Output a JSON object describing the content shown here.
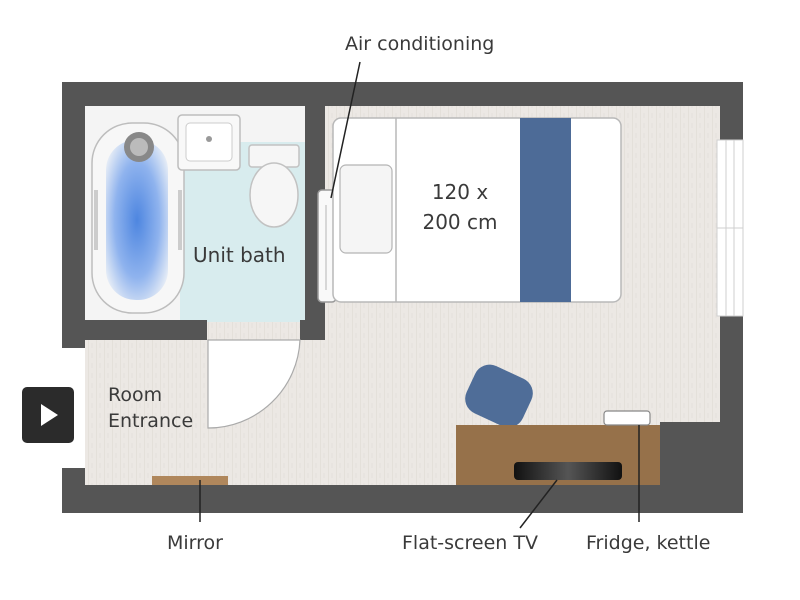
{
  "labels": {
    "air_conditioning": "Air conditioning",
    "bed_size_line1": "120 x",
    "bed_size_line2": "200 cm",
    "unit_bath": "Unit bath",
    "room_entrance_line1": "Room",
    "room_entrance_line2": "Entrance",
    "mirror": "Mirror",
    "flat_screen_tv": "Flat-screen TV",
    "fridge_kettle": "Fridge, kettle"
  },
  "icons": {
    "play": "play-icon"
  },
  "colors": {
    "wall": "#555555",
    "floor": "#ece8e4",
    "bath_floor": "#d8ecee",
    "bed_runner": "#4d6b97",
    "desk": "#96714a",
    "chair": "#4f6d98",
    "text": "#3a3a3a"
  }
}
